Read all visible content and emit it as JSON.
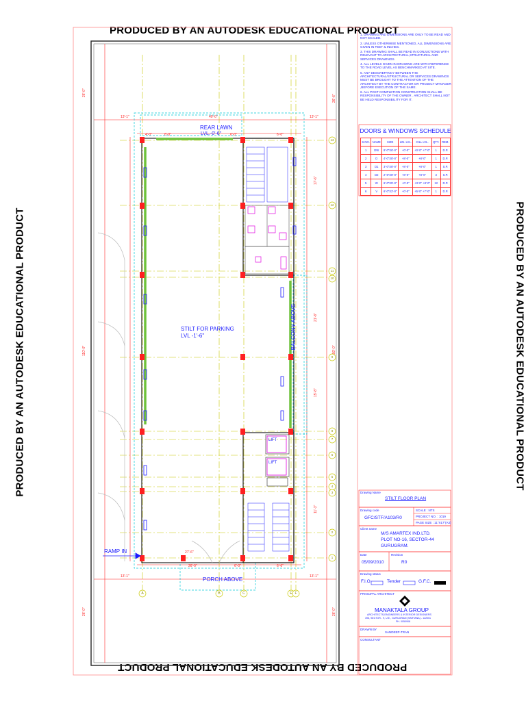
{
  "watermark": "PRODUCED BY AN AUTODESK EDUCATIONAL PRODUCT",
  "labels": {
    "rear_lawn": "REAR LAWN",
    "rear_lawn_lvl": "LVL.-0'-6\"",
    "stilt": "STILT FOR PARKING",
    "stilt_lvl": "LVL -1'-6\"",
    "balcony": "BALCONY ABOVE",
    "porch": "PORCH ABOVE",
    "ramp": "RAMP IN",
    "lift1": "LIFT",
    "lift2": "LIFT"
  },
  "grid_bubbles_right": [
    "13",
    "12",
    "11",
    "10",
    "9",
    "8",
    "7",
    "6",
    "5",
    "4",
    "3",
    "2",
    "1"
  ],
  "grid_bubbles_bottom": [
    "A",
    "B",
    "C",
    "E",
    "F"
  ],
  "notes": [
    "1. DRAWING AND DIMENSIONS ARE ONLY TO BE READ AND NOT SCALED.",
    "2. UNLESS OTHERWISE MENTIONED, ALL DIMENSIONS ARE GIVEN IN FEET & INCHES.",
    "3. THIS DRAWING SHALL BE READ IN CONJUCTIONS WITH RELEVANT TO ARCHITECTURAL,STRUCTURAL AND SERVICES DRAWINGS.",
    "4. ALL LEVELS GIVEN IN DRAWING ARE WITH REFERENCE TO THE ROAD LEVEL AS BENCHMARKED AT SITE.",
    "5. ANY DESCREPANCY BETWEEN THE ARCHITECTURAL/STRUCTURAL OR SERVICES DRAWINGS MUST BE BROUGHT TO THE ATTENTION OF THE ARCHITECT BY THE CONTRACTOR OR PROJECT MANAGER ,BEFORE EXECUTION OF THE SAME.",
    "6. ALL POST COMPLETION CONSTRUCTION SHALL BE RESPONSIBILITY OF THE OWNER . ARCHITECT SHALL NOT BE HELD RESPONSIBILITY FOR IT."
  ],
  "schedule": {
    "title": "DOORS & WINDOWS SCHEDULE",
    "headers": [
      "S.NO.",
      "NAME",
      "SIZE",
      "LIN. LVL.",
      "CILL LVL.",
      "QTY.",
      "REM."
    ],
    "rows": [
      [
        "1",
        "DW",
        "8'-0\"X6'-0\"",
        "+0'-0\"",
        "+0'-0\" +7'-0\"",
        "1",
        "D.P."
      ],
      [
        "2",
        "D",
        "4'-0\"X8'-0\"",
        "+8'-0\"",
        "+8'-0\"",
        "1",
        "D.P."
      ],
      [
        "3",
        "D1",
        "3'-0\"X8'-0\"",
        "+8'-0\"",
        "+8'-0\"",
        "1",
        "S.P."
      ],
      [
        "4",
        "D2",
        "2'-6\"X8'-0\"",
        "+8'-0\"",
        "+8'-0\"",
        "3",
        "S.P."
      ],
      [
        "5",
        "W",
        "6'-0\"X5'-0\"",
        "+0'-0\"",
        "+3'-0\" +8'-0\"",
        "12",
        "D.P."
      ],
      [
        "6",
        "V",
        "6'-0\"X2'-0\"",
        "+0'-0\"",
        "+5'-0\" +7'-0\"",
        "1",
        "D.P."
      ]
    ]
  },
  "title_block": {
    "drawing_name_lbl": "Drawing Name",
    "drawing_name": "STILT FLOOR PLAN",
    "drawing_code_lbl": "Drawing code",
    "drawing_code": "GFC/STF/A103/R0",
    "scale": "SCALE :      NTS",
    "project_no": "PROJECT NO. :   1019",
    "page_size": "PAGE SIZE :  11\"X17\"(A3)",
    "client_lbl": "Client name",
    "client_1": "M/S AMARTEX IND.LTD.",
    "client_2": "PLOT NO-16, SECTOR-44",
    "client_3": "GURUGRAM.",
    "date_lbl": "Date",
    "date": "05/09/2010",
    "revision_lbl": "Revision",
    "revision": "R0",
    "status_lbl": "Drawing status",
    "status_fio": "F.I.O.",
    "status_tender": "Tender",
    "status_gfc": "G.F.C.",
    "architect_lbl": "PRINCIPAL ARCHITECT",
    "firm": "MANAKTALA GROUP",
    "firm_sub1": "ARCHITECTS,ENGINEERS & INTERIOR DESIGNERS",
    "firm_sub2": "396, SECTOR - 9, U.E., GURUGRAM (HARYANA) - 122001",
    "firm_sub3": "PH. 0050908",
    "drawn_lbl": "DRAWN BY",
    "drawn": "SANDEEP-TRAN",
    "consultant_lbl": "CONSULTANT"
  },
  "colors": {
    "red": "#ff2020",
    "grid": "#c8c800",
    "blue": "#1a1aff",
    "green": "#6fc23b",
    "cyan": "#00c8d8",
    "magenta": "#e000e0"
  }
}
